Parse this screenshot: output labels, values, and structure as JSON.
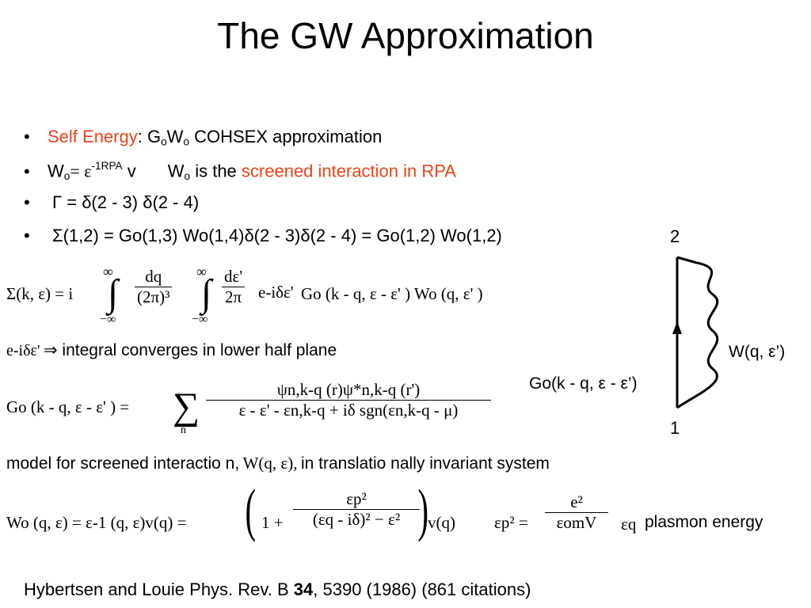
{
  "title": "The GW Approximation",
  "bullets": {
    "b1_red": "Self Energy",
    "b1_rest_a": ": G",
    "b1_sub1": "o",
    "b1_rest_b": "W",
    "b1_sub2": "o",
    "b1_rest_c": " COHSEX approximation",
    "b2_a": "W",
    "b2_sub": "o",
    "b2_b": "= ε",
    "b2_sup": "-1RPA",
    "b2_c": " v",
    "b2_d": "W",
    "b2_sub2": "o",
    "b2_e": " is the ",
    "b2_red": "screened interaction in RPA",
    "b3": "Γ = δ(2 - 3) δ(2 - 4)",
    "b4": "Σ(1,2) = Go(1,3) Wo(1,4)δ(2 - 3)δ(2 - 4) = Go(1,2) Wo(1,2)"
  },
  "equations": {
    "sigma_lhs": "Σ(k, ε) = i",
    "int_upper": "∞",
    "int_lower": "−∞",
    "dq": "dq",
    "two_pi_cubed": "(2π)³",
    "deps": "dε'",
    "two_pi": "2π",
    "exp_factor": "e-iδε'",
    "sigma_rhs": "Go (k - q, ε - ε' ) Wo (q, ε' )",
    "converge_exp": "e-iδε'",
    "converge_text": "⇒ integral converges in lower half plane",
    "g_lhs": "Go (k - q, ε - ε' ) =",
    "sum_sym": "∑",
    "sum_index": "n",
    "g_num": "ψn,k-q (r)ψ*n,k-q (r')",
    "g_den": "ε - ε' - εn,k-q + iδ sgn(εn,k-q - μ)",
    "model_text_a": "model for screened interactio n,",
    "model_W": "W(q, ε),",
    "model_text_b": "in translatio nally invariant system",
    "w_lhs": "Wo (q, ε) = ε-1 (q, ε)v(q) =",
    "w_one": "1 +",
    "w_num": "εp²",
    "w_den": "(εq - iδ)² − ε²",
    "w_vq": "v(q)",
    "plasma_lhs": "εp² =",
    "plasma_num": "e²",
    "plasma_den": "εomV",
    "eps_q": "εq",
    "plasmon_text": "plasmon energy",
    "citation_a": "Hybertsen and Louie Phys. Rev. B ",
    "citation_bold": "34",
    "citation_b": ", 5390 (1986)  (861 citations)"
  },
  "diagram": {
    "top_label": "2",
    "bottom_label": "1",
    "w_label": "W(q, ε’)",
    "g_label": "Go(k - q, ε - ε’)"
  }
}
